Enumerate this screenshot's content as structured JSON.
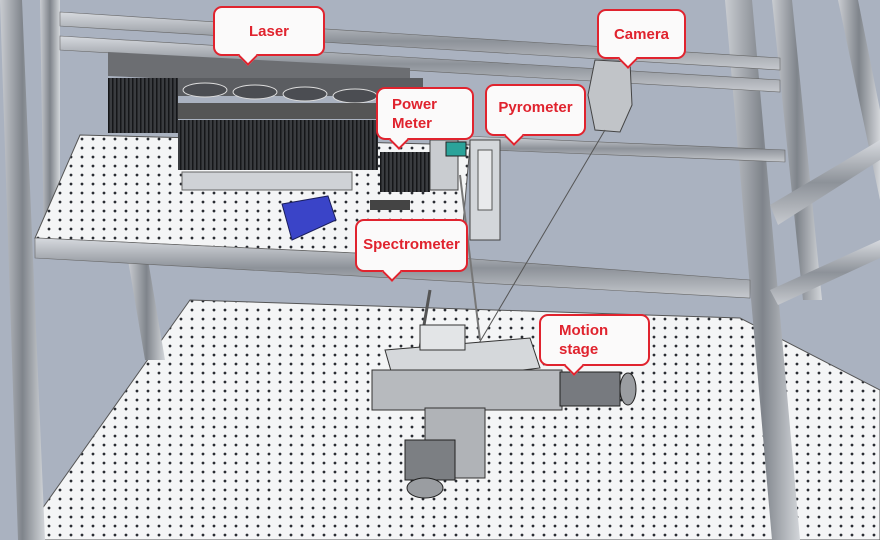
{
  "labels": {
    "laser": "Laser",
    "camera": "Camera",
    "power_meter": "Power Meter",
    "pyrometer": "Pyrometer",
    "spectrometer": "Spectrometer",
    "motion_stage": "Motion stage"
  },
  "colors": {
    "background": "#aab2c0",
    "callout_border": "#e0232e",
    "callout_text": "#e0232e",
    "spectrometer_box": "#3a44c8"
  }
}
